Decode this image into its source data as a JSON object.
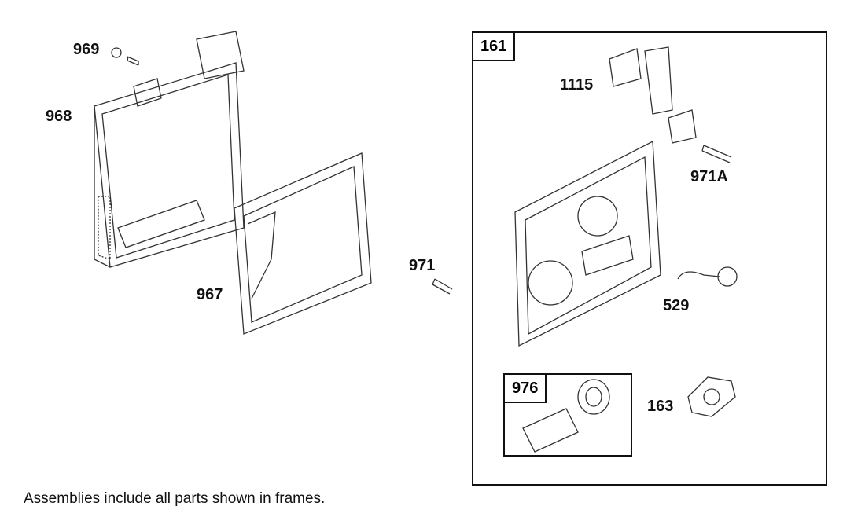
{
  "parts": {
    "p969": "969",
    "p968": "968",
    "p967": "967",
    "p971": "971",
    "p1115": "1115",
    "p971a": "971A",
    "p529": "529",
    "p163": "163"
  },
  "frames": {
    "assembly_161": "161",
    "assembly_976": "976"
  },
  "caption": "Assemblies include all parts shown in frames."
}
